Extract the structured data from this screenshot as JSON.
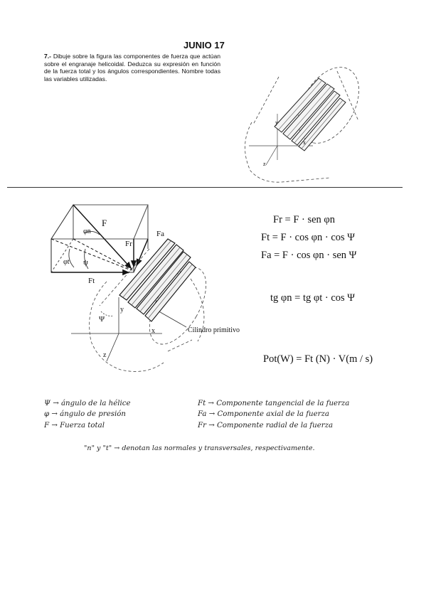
{
  "title": "JUNIO 17",
  "question": {
    "number": "7.-",
    "text": "Dibuje sobre la figura las componentes de fuerza que actúan sobre el engranaje helicoidal. Deduzca su expresión en función de la fuerza total y los ángulos correspondientes. Nombre todas las variables utilizadas."
  },
  "top_figure": {
    "labels": {
      "y": "y",
      "x": "x",
      "z": "z"
    }
  },
  "main_figure": {
    "labels": {
      "F": "F",
      "Fa": "Fa",
      "Fr": "Fr",
      "Ft": "Ft",
      "phi_n": "φn",
      "phi_t": "φt",
      "psi": "ψ",
      "psi_bottom": "Ψ",
      "y": "y",
      "x": "x",
      "z": "z",
      "cylinder": "Cilindro primitivo"
    }
  },
  "formulas": {
    "fr": "Fr = F · sen φn",
    "ft": "Ft = F · cos φn · cos Ψ",
    "fa": "Fa = F · cos φn · sen Ψ",
    "tg": "tg φn = tg φt · cos Ψ",
    "pot": "Pot(W) = Ft (N) · V(m / s)"
  },
  "legend": {
    "left": [
      {
        "symbol": "Ψ",
        "text": "→ ángulo de la hélice"
      },
      {
        "symbol": "φ",
        "text": "→ ángulo de presión"
      },
      {
        "symbol": "F",
        "text": "→ Fuerza total"
      }
    ],
    "right": [
      {
        "symbol": "Ft",
        "text": "→ Componente tangencial de la fuerza"
      },
      {
        "symbol": "Fa",
        "text": "→ Componente axial de la fuerza"
      },
      {
        "symbol": "Fr",
        "text": "→ Componente radial de la fuerza"
      }
    ],
    "note": "\"n\" y \"t\" → denotan las normales y transversales, respectivamente."
  }
}
